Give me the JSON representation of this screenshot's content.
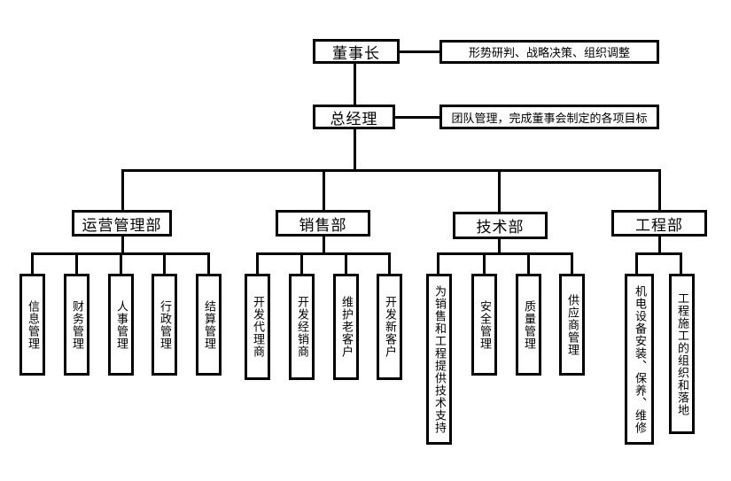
{
  "top": {
    "label": "董事长",
    "note": "形势研判、战略决策、组织调整"
  },
  "gm": {
    "label": "总经理",
    "note": "团队管理，完成董事会制定的各项目标"
  },
  "departments": [
    {
      "label": "运营管理部",
      "children": [
        "信息管理",
        "财务管理",
        "人事管理",
        "行政管理",
        "结算管理"
      ]
    },
    {
      "label": "销售部",
      "children": [
        "开发代理商",
        "开发经销商",
        "维护老客户",
        "开发新客户"
      ]
    },
    {
      "label": "技术部",
      "children": [
        "为销售和工程提供技术支持",
        "安全管理",
        "质量管理",
        "供应商管理"
      ]
    },
    {
      "label": "工程部",
      "children": [
        "机电设备安装、保养、维修",
        "工程施工的组织和落地"
      ]
    }
  ]
}
